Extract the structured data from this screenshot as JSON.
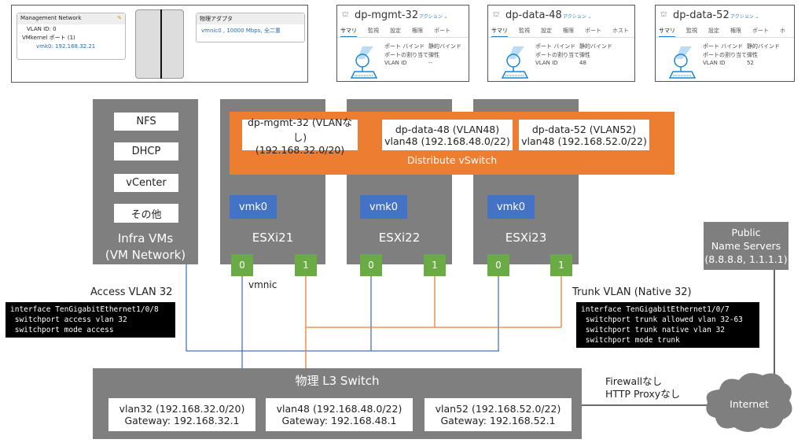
{
  "vmware_network": {
    "portgroup": "Management Network",
    "vlan": "VLAN ID: 0",
    "vmkernel_ports": "VMkernel ポート (1)",
    "vmk": "vmk0: 192.168.32.21",
    "adapter_title": "物理アダプタ",
    "adapter": "vmnic0 , 10000 Mbps, 全二重"
  },
  "portgroups": [
    {
      "name": "dp-mgmt-32",
      "action": "アクション",
      "tabs": [
        "サマリ",
        "監視",
        "設定",
        "権限",
        "ポート"
      ],
      "rows": [
        [
          "ポート バインド",
          "静的バインド"
        ],
        [
          "ポートの割り当て",
          "弾性"
        ],
        [
          "VLAN ID",
          "--"
        ]
      ]
    },
    {
      "name": "dp-data-48",
      "action": "アクション",
      "tabs": [
        "サマリ",
        "監視",
        "設定",
        "権限",
        "ポート",
        "ホスト"
      ],
      "rows": [
        [
          "ポート バインド",
          "静的バインド"
        ],
        [
          "ポートの割り当て",
          "弾性"
        ],
        [
          "VLAN ID",
          "48"
        ]
      ]
    },
    {
      "name": "dp-data-52",
      "action": "アクション",
      "tabs": [
        "サマリ",
        "監視",
        "設定",
        "権限",
        "ポート",
        "ホ"
      ],
      "rows": [
        [
          "ポート バインド",
          "静的バインド"
        ],
        [
          "ポートの割り当て",
          "弾性"
        ],
        [
          "VLAN ID",
          "52"
        ]
      ]
    }
  ],
  "infra": {
    "vms": [
      "NFS",
      "DHCP",
      "vCenter",
      "その他"
    ],
    "label1": "Infra VMs",
    "label2": "(VM Network)"
  },
  "vswitch": {
    "label": "Distribute vSwitch",
    "groups": [
      [
        "dp-mgmt-32 (VLANなし)",
        "(192.168.32.0/20)"
      ],
      [
        "dp-data-48 (VLAN48)",
        "vlan48 (192.168.48.0/22)"
      ],
      [
        "dp-data-52 (VLAN52)",
        "vlan48 (192.168.52.0/22)"
      ]
    ]
  },
  "hosts": [
    {
      "name": "ESXi21",
      "vmk": "vmk0",
      "nic0": "0",
      "nic1": "1"
    },
    {
      "name": "ESXi22",
      "vmk": "vmk0",
      "nic0": "0",
      "nic1": "1"
    },
    {
      "name": "ESXi23",
      "vmk": "vmk0",
      "nic0": "0",
      "nic1": "1"
    }
  ],
  "vmnic_label": "vmnic",
  "access": {
    "title": "Access VLAN 32",
    "code": "interface TenGigabitEthernet1/0/8\n switchport access vlan 32\n switchport mode access"
  },
  "trunk": {
    "title": "Trunk VLAN (Native 32)",
    "code": "interface TenGigabitEthernet1/0/7\n switchport trunk allowed vlan 32-63\n switchport trunk native vlan 32\n switchport mode trunk"
  },
  "l3switch": {
    "title": "物理 L3 Switch",
    "vlans": [
      [
        "vlan32 (192.168.32.0/20)",
        "Gateway: 192.168.32.1"
      ],
      [
        "vlan48 (192.168.48.0/22)",
        "Gateway: 192.168.48.1"
      ],
      [
        "vlan52 (192.168.52.0/22)",
        "Gateway: 192.168.52.1"
      ]
    ]
  },
  "dns": {
    "l1": "Public",
    "l2": "Name Servers",
    "l3": "(8.8.8.8, 1.1.1.1)"
  },
  "firewall": {
    "l1": "Firewallなし",
    "l2": "HTTP Proxyなし"
  },
  "internet": "Internet",
  "colors": {
    "gray": "#7f7f7f",
    "orange": "#ed7d31",
    "blue": "#4472c4",
    "green": "#6aab45"
  }
}
